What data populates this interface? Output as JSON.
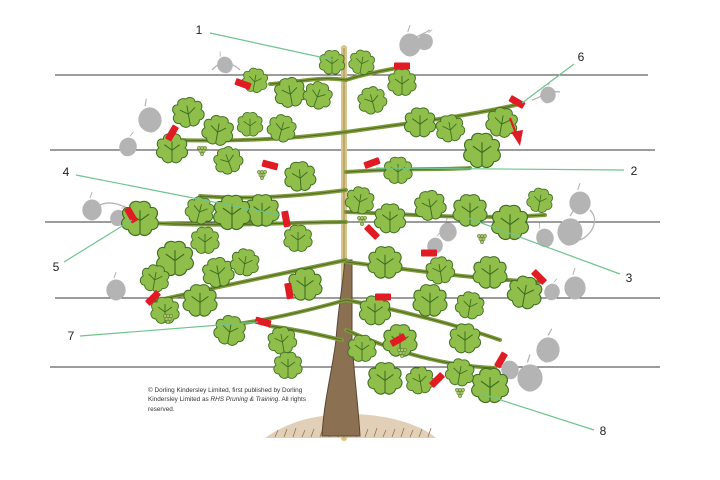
{
  "diagram": {
    "callouts": [
      {
        "id": 1,
        "label": "1"
      },
      {
        "id": 2,
        "label": "2"
      },
      {
        "id": 3,
        "label": "3"
      },
      {
        "id": 4,
        "label": "4"
      },
      {
        "id": 5,
        "label": "5"
      },
      {
        "id": 6,
        "label": "6"
      },
      {
        "id": 7,
        "label": "7"
      },
      {
        "id": 8,
        "label": "8"
      }
    ],
    "credit": {
      "part1": "© Dorling Kindersley Limited, first published by Dorling Kindersley Limited as ",
      "publication": "RHS Pruning & Training",
      "part2": ". All rights reserved."
    },
    "colors": {
      "wire": "#3a3a3a",
      "leader_line": "#6fc48e",
      "leaf_fill": "#8fbf4a",
      "leaf_dark": "#3f6e22",
      "stem": "#7d9a3a",
      "trunk": "#8b7152",
      "cane": "#d9c48a",
      "cut_mark": "#e01b24",
      "ghost_leaf": "#b4b4b4",
      "arrow": "#e01b24",
      "soil": "#c9a77c"
    }
  }
}
